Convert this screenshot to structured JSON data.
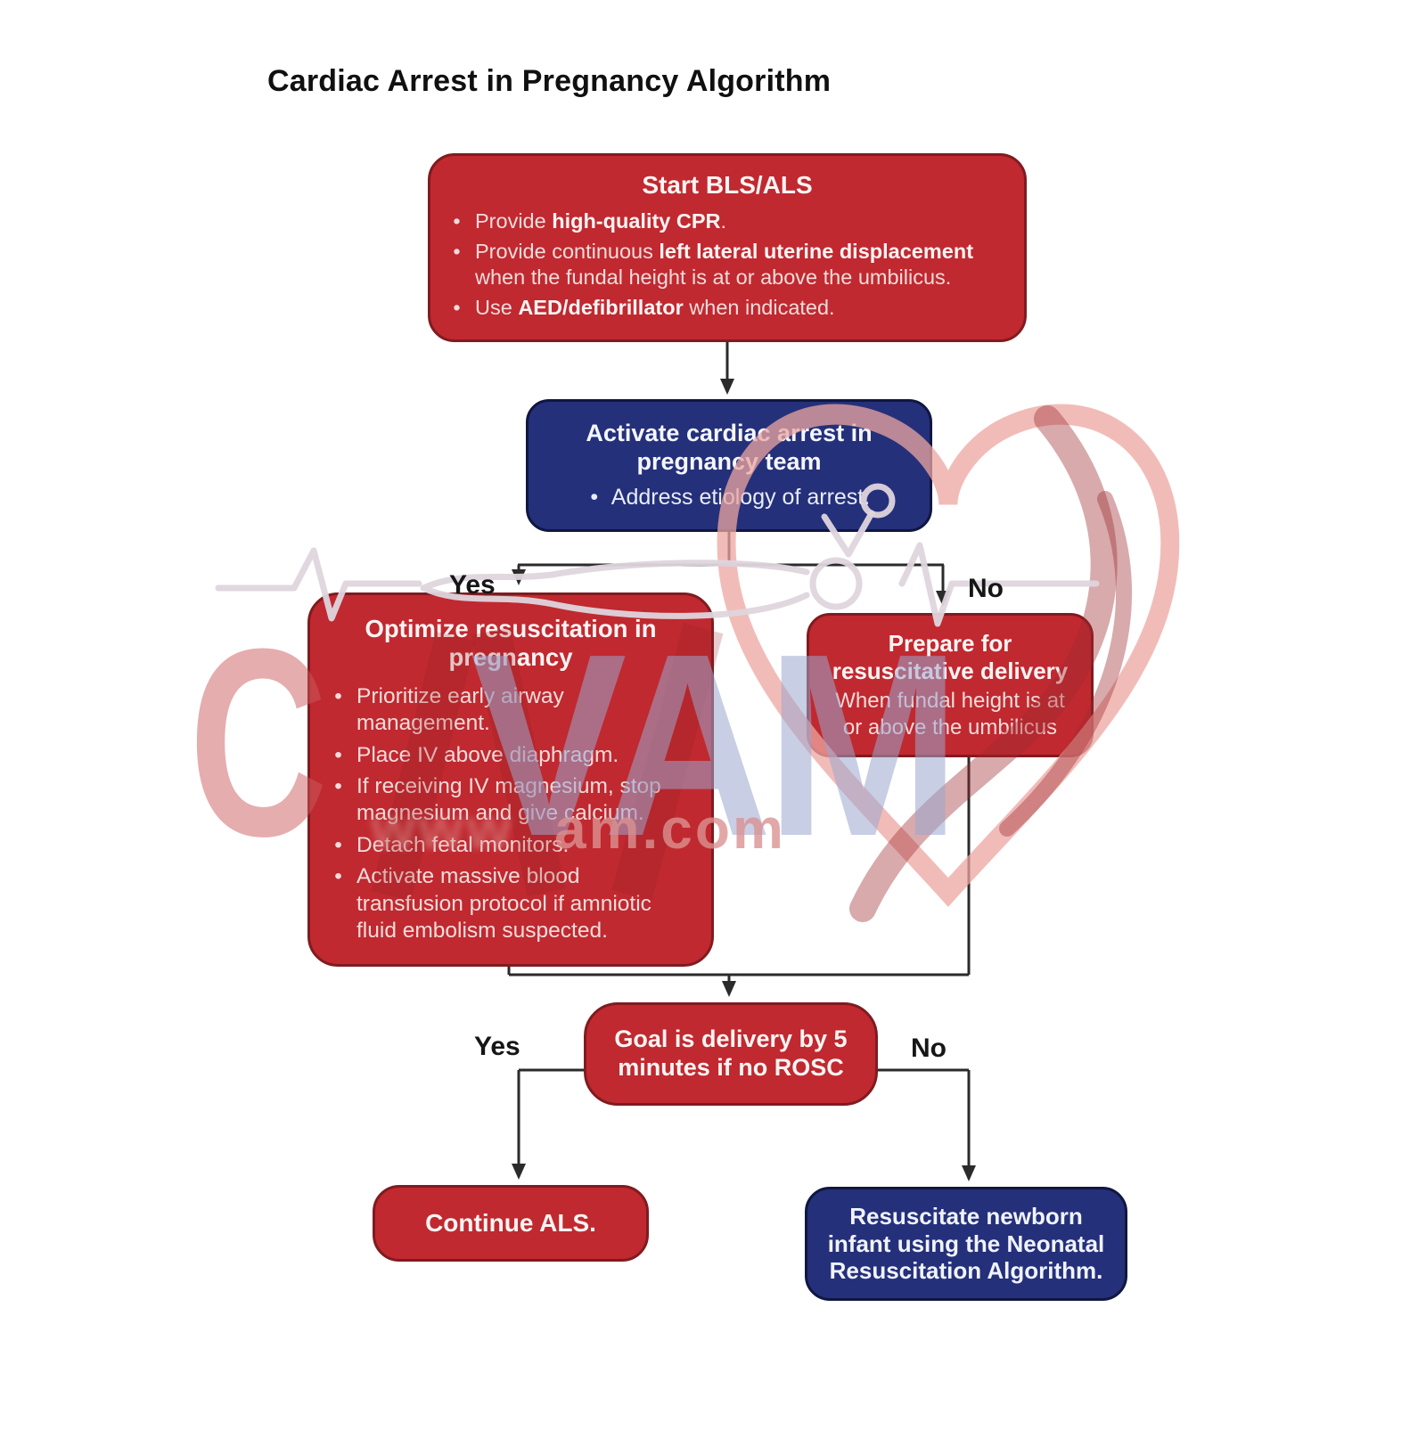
{
  "title": "Cardiac Arrest in Pregnancy Algorithm",
  "boxes": {
    "start": {
      "title": "Start BLS/ALS",
      "bullets": [
        [
          {
            "t": "Provide "
          },
          {
            "t": "high-quality CPR",
            "b": true
          },
          {
            "t": "."
          }
        ],
        [
          {
            "t": "Provide continuous "
          },
          {
            "t": "left lateral uterine displacement",
            "b": true
          },
          {
            "t": " when the fundal height is at or above the umbilicus."
          }
        ],
        [
          {
            "t": "Use "
          },
          {
            "t": "AED/defibrillator",
            "b": true
          },
          {
            "t": " when indicated."
          }
        ]
      ]
    },
    "activate": {
      "title": "Activate cardiac arrest in pregnancy team",
      "bullets": [
        [
          {
            "t": "Address etiology of arrest."
          }
        ]
      ]
    },
    "optimize": {
      "title": "Optimize resuscitation in pregnancy",
      "bullets": [
        [
          {
            "t": "Prioritize early airway management."
          }
        ],
        [
          {
            "t": "Place IV above diaphragm."
          }
        ],
        [
          {
            "t": "If receiving IV magnesium, stop magnesium and give calcium."
          }
        ],
        [
          {
            "t": "Detach fetal monitors."
          }
        ],
        [
          {
            "t": "Activate massive blood transfusion protocol if amniotic fluid embolism suspected."
          }
        ]
      ]
    },
    "prepare": {
      "title": "Prepare for resuscitative delivery",
      "body": "When fundal height is at or above the umbilicus"
    },
    "goal": {
      "title": "Goal is delivery by 5 minutes if no ROSC"
    },
    "continue_als": {
      "title": "Continue ALS."
    },
    "neonatal": {
      "title": "Resuscitate newborn infant using the Neonatal Resuscitation Algorithm."
    }
  },
  "labels": {
    "branch1_yes": "Yes",
    "branch1_no": "No",
    "branch2_yes": "Yes",
    "branch2_no": "No"
  },
  "watermark": {
    "letter_left": "C",
    "letters_right": "VAM",
    "url_prefix": "www",
    "url_suffix": "am.com"
  },
  "colors": {
    "box_red": "#c0292f",
    "box_red_border": "#801b20",
    "box_blue": "#25307a",
    "box_blue_border": "#10173f",
    "line": "#2b2b2b",
    "title_text": "#101010"
  }
}
